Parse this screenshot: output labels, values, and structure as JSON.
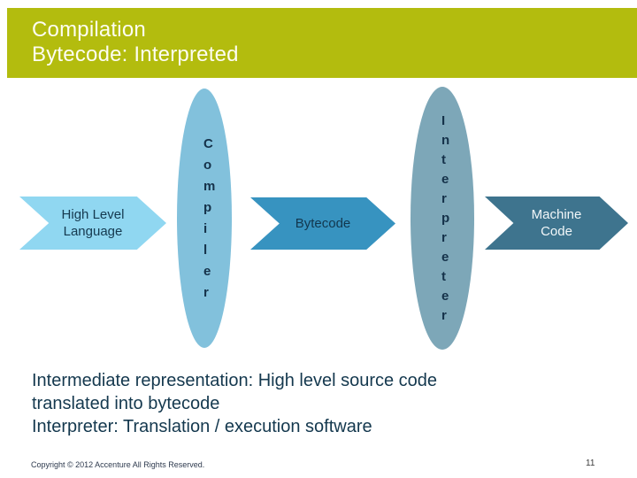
{
  "header": {
    "title_line1": "Compilation",
    "title_line2": "Bytecode: Interpreted",
    "bar_color": "#b3bc0e"
  },
  "diagram": {
    "high_level_language": {
      "label": "High Level\nLanguage",
      "fill": "#90d7f1"
    },
    "compiler": {
      "label": "Compiler",
      "fill": "#82c1dc"
    },
    "bytecode": {
      "label": "Bytecode",
      "fill": "#3793c0"
    },
    "interpreter": {
      "label": "Interpreter",
      "fill": "#7da7b8"
    },
    "machine_code": {
      "label": "Machine\nCode",
      "fill": "#3e748e"
    }
  },
  "body": {
    "lines": [
      "Intermediate representation: High level source code",
      "translated into bytecode",
      "Interpreter: Translation / execution software"
    ]
  },
  "footer": {
    "copyright": "Copyright © 2012 Accenture  All Rights Reserved.",
    "page_number": "11"
  }
}
